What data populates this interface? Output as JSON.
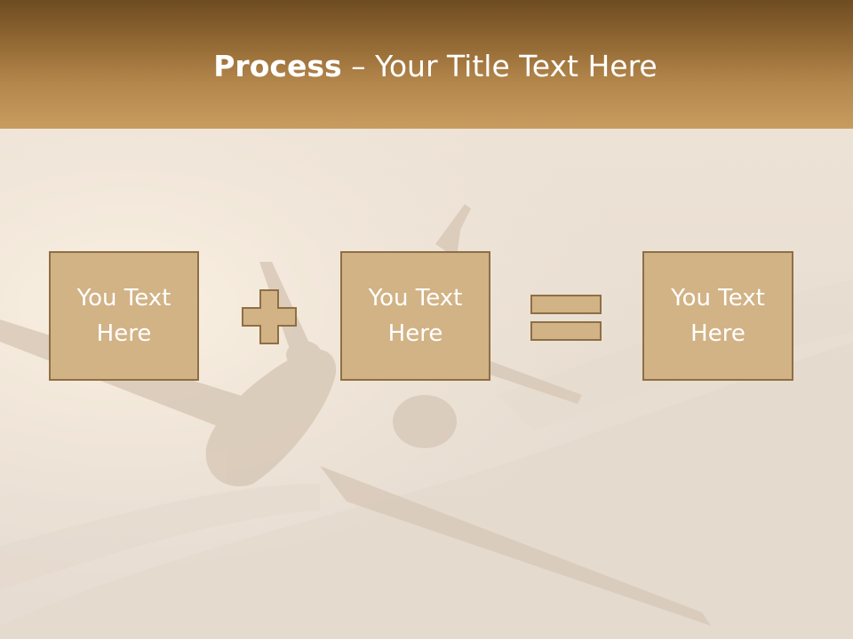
{
  "slide": {
    "title_strong": "Process",
    "title_rest": " – Your Title Text Here"
  },
  "process": {
    "steps": [
      {
        "label": "You Text\nHere"
      },
      {
        "label": "You Text\nHere"
      },
      {
        "label": "You Text\nHere"
      }
    ],
    "operators": [
      "plus-icon",
      "equals-icon"
    ]
  },
  "colors": {
    "header_top": "#6e4b22",
    "header_bottom": "#c89c5f",
    "box_fill": "#d2b386",
    "box_border": "#8e6f45",
    "operator_fill": "#d2b386",
    "text": "#ffffff"
  }
}
